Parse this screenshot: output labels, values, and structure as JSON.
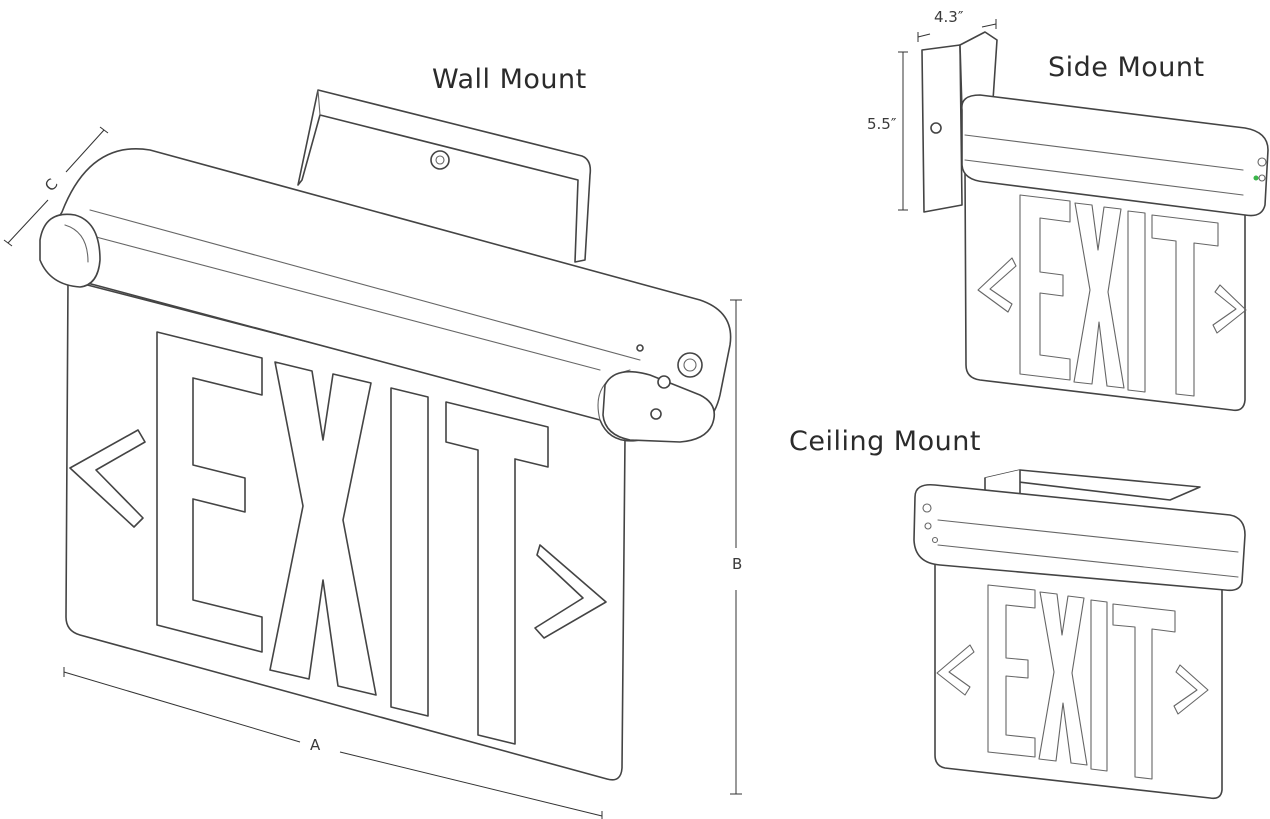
{
  "titles": {
    "wall": "Wall Mount",
    "side": "Side Mount",
    "ceiling": "Ceiling Mount"
  },
  "sign_text": "EXIT",
  "dimensions": {
    "a": "A",
    "b": "B",
    "c": "C",
    "side_width": "4.3″",
    "side_height": "5.5″"
  },
  "colors": {
    "line": "#444444",
    "indicator": "#3ab54a"
  }
}
